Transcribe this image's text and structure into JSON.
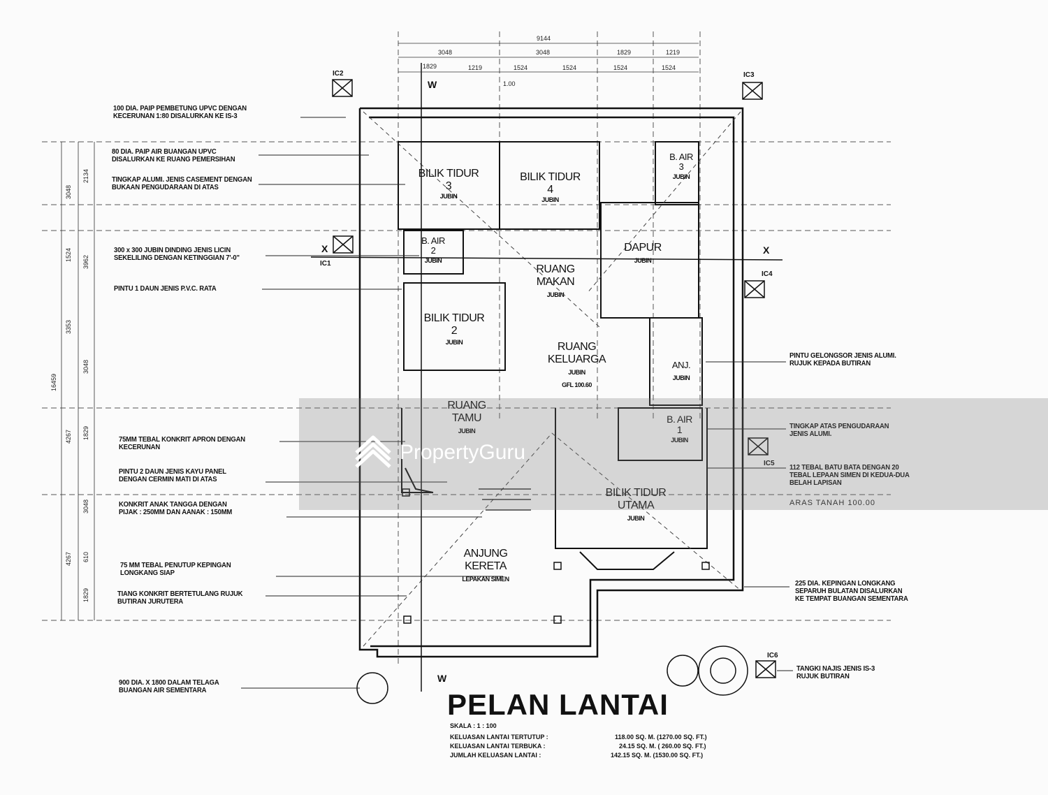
{
  "plan": {
    "title": "PELAN LANTAI",
    "scale": "SKALA : 1 : 100",
    "areas": [
      {
        "label": "KELUASAN LANTAI TERTUTUP :",
        "value": "118.00 SQ. M. (1270.00 SQ. FT.)"
      },
      {
        "label": "KELUASAN LANTAI TERBUKA :",
        "value": "24.15 SQ. M. ( 260.00 SQ. FT.)"
      },
      {
        "label": "JUMLAH KELUASAN LANTAI :",
        "value": "142.15 SQ. M. (1530.00 SQ. FT.)"
      }
    ]
  },
  "rooms": {
    "bilik3": {
      "name1": "BILIK TIDUR",
      "name2": "3",
      "floor": "JUBIN"
    },
    "bilik4": {
      "name1": "BILIK TIDUR",
      "name2": "4",
      "floor": "JUBIN"
    },
    "bilik2": {
      "name1": "BILIK TIDUR",
      "name2": "2",
      "floor": "JUBIN"
    },
    "utama": {
      "name1": "BILIK TIDUR",
      "name2": "UTAMA",
      "floor": "JUBIN"
    },
    "dapur": {
      "name1": "DAPUR",
      "floor": "JUBIN"
    },
    "makan": {
      "name1": "RUANG",
      "name2": "MAKAN",
      "floor": "JUBIN"
    },
    "keluarga": {
      "name1": "RUANG",
      "name2": "KELUARGA",
      "floor": "JUBIN",
      "level": "GFL 100.60"
    },
    "tamu": {
      "name1": "RUANG",
      "name2": "TAMU",
      "floor": "JUBIN"
    },
    "anjung": {
      "name1": "ANJUNG",
      "name2": "KERETA",
      "floor": "LEPAKAN SIMEN"
    },
    "anj": {
      "name1": "ANJ.",
      "floor": "JUBIN"
    },
    "bair1": {
      "name1": "B. AIR",
      "name2": "3",
      "floor": "JUBIN"
    },
    "bair2": {
      "name1": "B. AIR",
      "name2": "2",
      "floor": "JUBIN"
    },
    "bair3": {
      "name1": "B. AIR",
      "name2": "1",
      "floor": "JUBIN"
    }
  },
  "notes_left": [
    "100 DIA. PAIP PEMBETUNG UPVC DENGAN\nKECERUNAN 1:80 DISALURKAN KE IS-3",
    "80 DIA. PAIP AIR BUANGAN UPVC\nDISALURKAN KE RUANG PEMERSIHAN",
    "TINGKAP ALUMI. JENIS CASEMENT DENGAN\nBUKAAN PENGUDARAAN DI ATAS",
    "300 x 300 JUBIN DINDING JENIS LICIN\nSEKELILING DENGAN KETINGGIAN 7'-0\"",
    "PINTU 1 DAUN JENIS P.V.C. RATA",
    "75MM TEBAL KONKRIT APRON DENGAN\nKECERUNAN",
    "PINTU 2 DAUN JENIS KAYU PANEL\nDENGAN CERMIN MATI DI ATAS",
    "KONKRIT ANAK TANGGA DENGAN\nPIJAK : 250MM DAN AANAK : 150MM",
    "75 MM TEBAL PENUTUP KEPINGAN\nLONGKANG SIAP",
    "TIANG KONKRIT BERTETULANG RUJUK\nBUTIRAN JURUTERA",
    "900 DIA. X 1800 DALAM TELAGA\nBUANGAN AIR SEMENTARA"
  ],
  "notes_right": [
    "PINTU GELONGSOR JENIS ALUMI.\nRUJUK KEPADA BUTIRAN",
    "TINGKAP ATAS PENGUDARAAN\nJENIS ALUMI.",
    "112 TEBAL BATU BATA DENGAN 20\nTEBAL LEPAAN SIMEN DI KEDUA-DUA\nBELAH LAPISAN",
    "ARAS TANAH 100.00",
    "225 DIA. KEPINGAN LONGKANG\nSEPARUH BULATAN DISALURKAN\nKE TEMPAT BUANGAN SEMENTARA",
    "TANGKI NAJIS JENIS IS-3\nRUJUK BUTIRAN"
  ],
  "dims_top": [
    "9144",
    "3048",
    "3048",
    "1829",
    "1219",
    "1829",
    "1219",
    "1524",
    "1524",
    "1524",
    "1524",
    "1.00"
  ],
  "dims_left": [
    "3048",
    "2134",
    "1524",
    "3962",
    "3353",
    "3048",
    "16459",
    "4267",
    "1829",
    "3048",
    "4267",
    "610",
    "1829"
  ],
  "markers": [
    "IC1",
    "IC2",
    "IC3",
    "IC4",
    "IC5",
    "IC6",
    "X",
    "X",
    "W",
    "W"
  ],
  "watermark": "PropertyGuru",
  "colors": {
    "paper": "#fbfbfb",
    "ink": "#111111",
    "frame": "#2a2a2a",
    "watermark_band": "#787878"
  }
}
